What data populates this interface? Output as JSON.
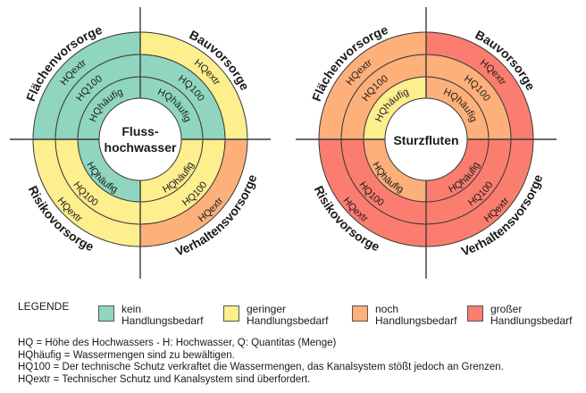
{
  "colors": {
    "kein": "#8fd5bf",
    "gering": "#fdee8e",
    "noch": "#fdb07a",
    "gross": "#fb7d6f",
    "line": "#3a3a3a",
    "center": "#ffffff"
  },
  "ring_labels": [
    "HQhäufig",
    "HQ100",
    "HQextr"
  ],
  "quadrant_labels": {
    "tl": "Flächenvorsorge",
    "tr": "Bauvorsorge",
    "bl": "Risikovorsorge",
    "br": "Verhaltensvorsorge"
  },
  "diagrams": [
    {
      "center_lines": [
        "Fluss-",
        "hochwasser"
      ],
      "quadrants": {
        "tl": [
          "kein",
          "kein",
          "kein"
        ],
        "tr": [
          "kein",
          "kein",
          "gering"
        ],
        "bl": [
          "kein",
          "gering",
          "gering"
        ],
        "br": [
          "gering",
          "gering",
          "noch"
        ]
      }
    },
    {
      "center_lines": [
        "Sturzfluten"
      ],
      "quadrants": {
        "tl": [
          "gering",
          "noch",
          "noch"
        ],
        "tr": [
          "noch",
          "noch",
          "gross"
        ],
        "bl": [
          "noch",
          "gross",
          "gross"
        ],
        "br": [
          "gross",
          "gross",
          "gross"
        ]
      }
    }
  ],
  "legend": {
    "title": "LEGENDE",
    "items": [
      {
        "key": "kein",
        "line1": "kein",
        "line2": "Handlungsbedarf"
      },
      {
        "key": "gering",
        "line1": "geringer",
        "line2": "Handlungsbedarf"
      },
      {
        "key": "noch",
        "line1": "noch",
        "line2": "Handlungsbedarf"
      },
      {
        "key": "gross",
        "line1": "großer",
        "line2": "Handlungsbedarf"
      }
    ]
  },
  "notes": [
    "HQ = Höhe des Hochwassers - H: Hochwasser, Q: Quantitas (Menge)",
    "HQhäufig = Wassermengen sind zu bewältigen.",
    "HQ100 = Der technische Schutz verkraftet die Wassermengen, das Kanalsystem stößt jedoch an Grenzen.",
    "HQextr = Technischer Schutz und Kanalsystem sind überfordert."
  ]
}
